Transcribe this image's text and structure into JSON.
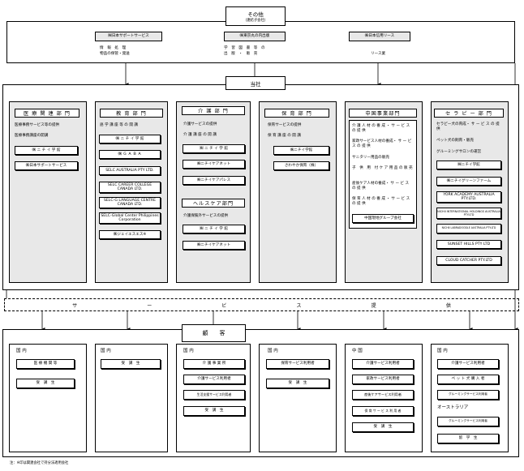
{
  "other": {
    "title": "その他",
    "subtitle": "(連結子会社)",
    "companies": [
      {
        "name": "㈱日本サポートサービス",
        "desc1": "情　報　処　理",
        "desc2": "物品の保管・発送"
      },
      {
        "name": "㈱東京丸の内出版",
        "desc1": "学　習　図　書　等　の",
        "desc2": "出　版　・　販　売"
      },
      {
        "name": "㈱日本信用リース",
        "desc1": "リース業",
        "desc2": ""
      }
    ]
  },
  "company": {
    "title": "当社"
  },
  "departments": {
    "medical": {
      "title": "医 療 関 連 部 門",
      "items": [
        "医療事務サービス等の提供",
        "医療事務講座の開講"
      ],
      "boxes": [
        "㈱ ニ チ イ 学 館",
        "㈱日本サポートサービス"
      ]
    },
    "education": {
      "title": "教 育 部 門",
      "items": [
        "語 学 講 座 等 の 開 講"
      ],
      "boxes": [
        "㈱ ニ チ イ 学 館",
        "㈱ Ｇ Ａ Ｂ Ａ",
        "SELC AUSTRALIA PTY LTD.",
        "SELC CAREER COLLEGE CANADA LTD.",
        "SELC-G LANGUAGE CENTRE CANADA LTD.",
        "SELC-Global Center Philippines Corporation",
        "㈱ジェイエスエス※"
      ]
    },
    "care": {
      "title": "介 護 部 門",
      "items": [
        "介護サービスの提供",
        "介 護 講 座 の 開 講"
      ],
      "boxes": [
        "㈱ ニ チ イ 学 館",
        "㈱ニチイケアネット",
        "㈱ニチイケアパレス"
      ]
    },
    "healthcare": {
      "title": "ヘルスケア部門",
      "items": [
        "介護保険外サービスの提供"
      ],
      "boxes": [
        "㈱ ニ チ イ 学 館",
        "㈱ニチイケアネット"
      ]
    },
    "childcare": {
      "title": "保 育 部 門",
      "items": [
        "保育サービスの提供",
        "保 育 講 座 の 開 講"
      ],
      "boxes": [
        "㈱ニチイ学館",
        "さわやか保育（株）"
      ]
    },
    "china": {
      "title": "中国事業部門",
      "items": [
        "介 護 人 材 の 養 成 ・ サ ー ビ ス の 提 供",
        "家政サービス人材の養成・ サ ー ビ ス の 提 供",
        "サニタリー用品の販売",
        "子　供　用　付 ケ ア 用 品 の 販 売",
        "産後ケア人材の養成・ サ ー ビ ス の 提 供",
        "保 育 人 材 の 養 成 ・ サ ー ビ ス の 提 供"
      ],
      "boxes": [
        "中国現地グループ会社"
      ]
    },
    "therapy": {
      "title": "セ ラ ピ ー 部 門",
      "items": [
        "セラピー犬の育成・ サ ー ビ ス の 提 供",
        "ペット犬の飼育・販売",
        "グルーミングサロンの運営"
      ],
      "boxes": [
        "㈱ニチイ学館",
        "㈱ニチイグリーンファーム",
        "YORK ACADEMY AUSTRALIA PTY.LTD.",
        "NICHII INTERNATIONAL HOLDINGS AUSTRALIA PTY.LTD",
        "NICHII LABRADOODLE AUSTRALIA PTY.LTD",
        "SUNSET HILLS PTY LTD",
        "CLOUD CATCHER PTY.LTD"
      ]
    }
  },
  "service_band": {
    "chars": [
      "サ",
      "ー",
      "ビ",
      "ス",
      "提",
      "供"
    ]
  },
  "customers": {
    "title": "顧　　客",
    "groups": [
      {
        "region": "国 内",
        "boxes": [
          "医 療 機 関 等",
          "受　講　生"
        ]
      },
      {
        "region": "国 内",
        "boxes": [
          "受　講　生"
        ]
      },
      {
        "region": "国 内",
        "boxes": [
          "介 護 事 業 所",
          "介護サービス利用者",
          "生活支援サービス利用者",
          "受　講　生"
        ]
      },
      {
        "region": "国 内",
        "boxes": [
          "保育サービス利用者",
          "受　講　生"
        ]
      },
      {
        "region": "中 国",
        "boxes": [
          "介護サービス利用者",
          "家政サービス利用者",
          "産後ケアサービス利用者",
          "保 育 サ ー ビ ス 利 用 者",
          "受　講　生"
        ]
      },
      {
        "region": "国 内",
        "boxes": [
          "介護サービス利用者",
          "ペ ッ ト 犬 購 入 者",
          "グルーミングサービス利用者"
        ],
        "region2": "オーストラリア",
        "boxes2": [
          "グルーミングサービス利用者",
          "留　学　生"
        ]
      }
    ]
  },
  "footnote": "注：※印は関連会社で持分法適用会社"
}
